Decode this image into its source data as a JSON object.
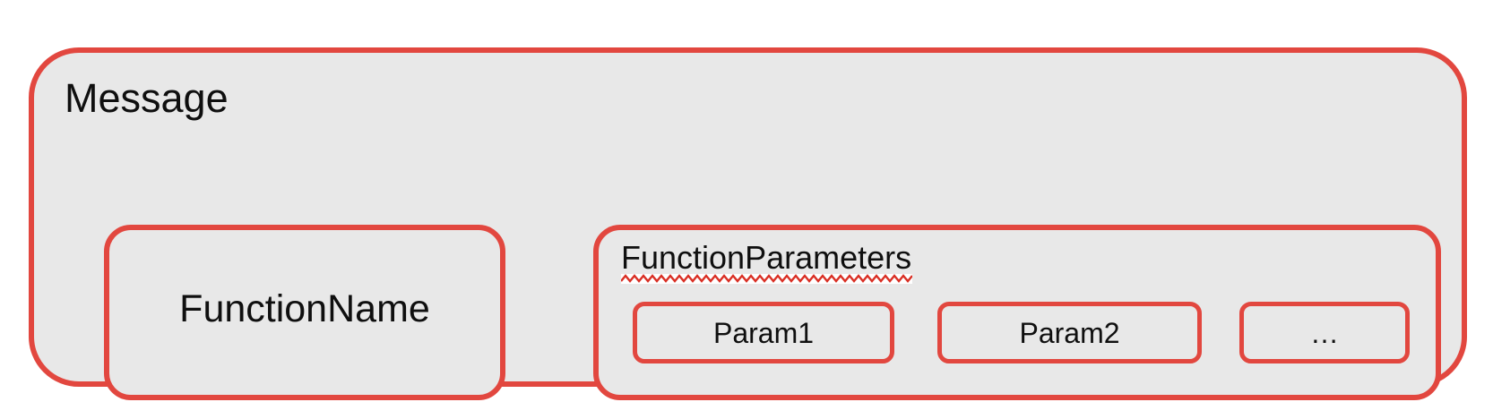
{
  "diagram": {
    "message": {
      "label": "Message"
    },
    "function_name": {
      "label": "FunctionName"
    },
    "function_parameters": {
      "label": "FunctionParameters",
      "params": [
        {
          "label": "Param1"
        },
        {
          "label": "Param2"
        },
        {
          "label": "…"
        }
      ]
    },
    "colors": {
      "border_red": "#e2473f",
      "fill_gray": "#e8e8e8",
      "squiggle_red": "#d92f24",
      "text_black": "#0f0f0f",
      "background": "#ffffff"
    }
  }
}
